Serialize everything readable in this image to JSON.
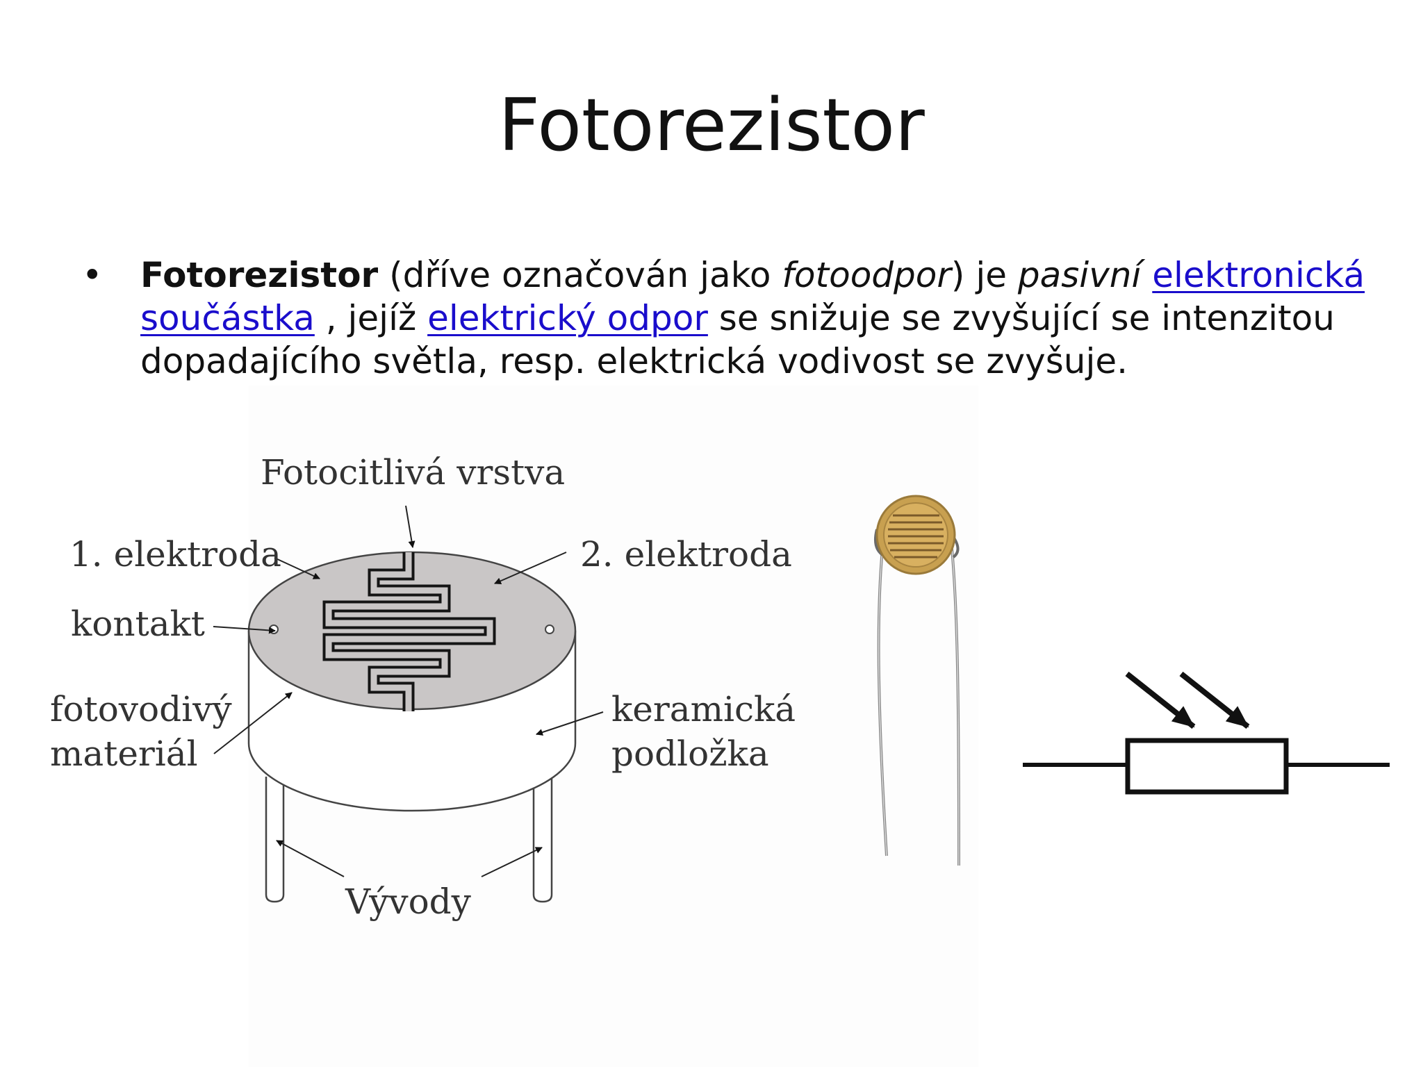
{
  "slide": {
    "title": "Fotorezistor",
    "bullet": {
      "marker": "•",
      "t1": "Fotorezistor",
      "t2": " (dříve označován jako ",
      "t3": "fotoodpor",
      "t4": ") je ",
      "t5": "pasivní",
      "t6": " ",
      "link1_line1": "elektronická",
      "link1_line2": "součástka",
      "t7": " , jejíž ",
      "link2": "elektrický odpor",
      "t8": " se snižuje se zvyšující se intenzitou",
      "t9": "dopadajícího světla, resp. elektrická vodivost se zvyšuje."
    }
  },
  "diagram": {
    "labels": {
      "photosensitive_layer": "Fotocitlivá vrstva",
      "electrode_1": "1. elektroda",
      "electrode_2": "2. elektroda",
      "contact": "kontakt",
      "photoconductive_line1": "fotovodivý",
      "photoconductive_line2": "materiál",
      "ceramic_line1": "keramická",
      "ceramic_line2": "podložka",
      "leads": "Vývody"
    }
  },
  "colors": {
    "link": "#1a0dcc",
    "disc_fill": "#c9c6c6",
    "component_gold": "#c8a050"
  }
}
